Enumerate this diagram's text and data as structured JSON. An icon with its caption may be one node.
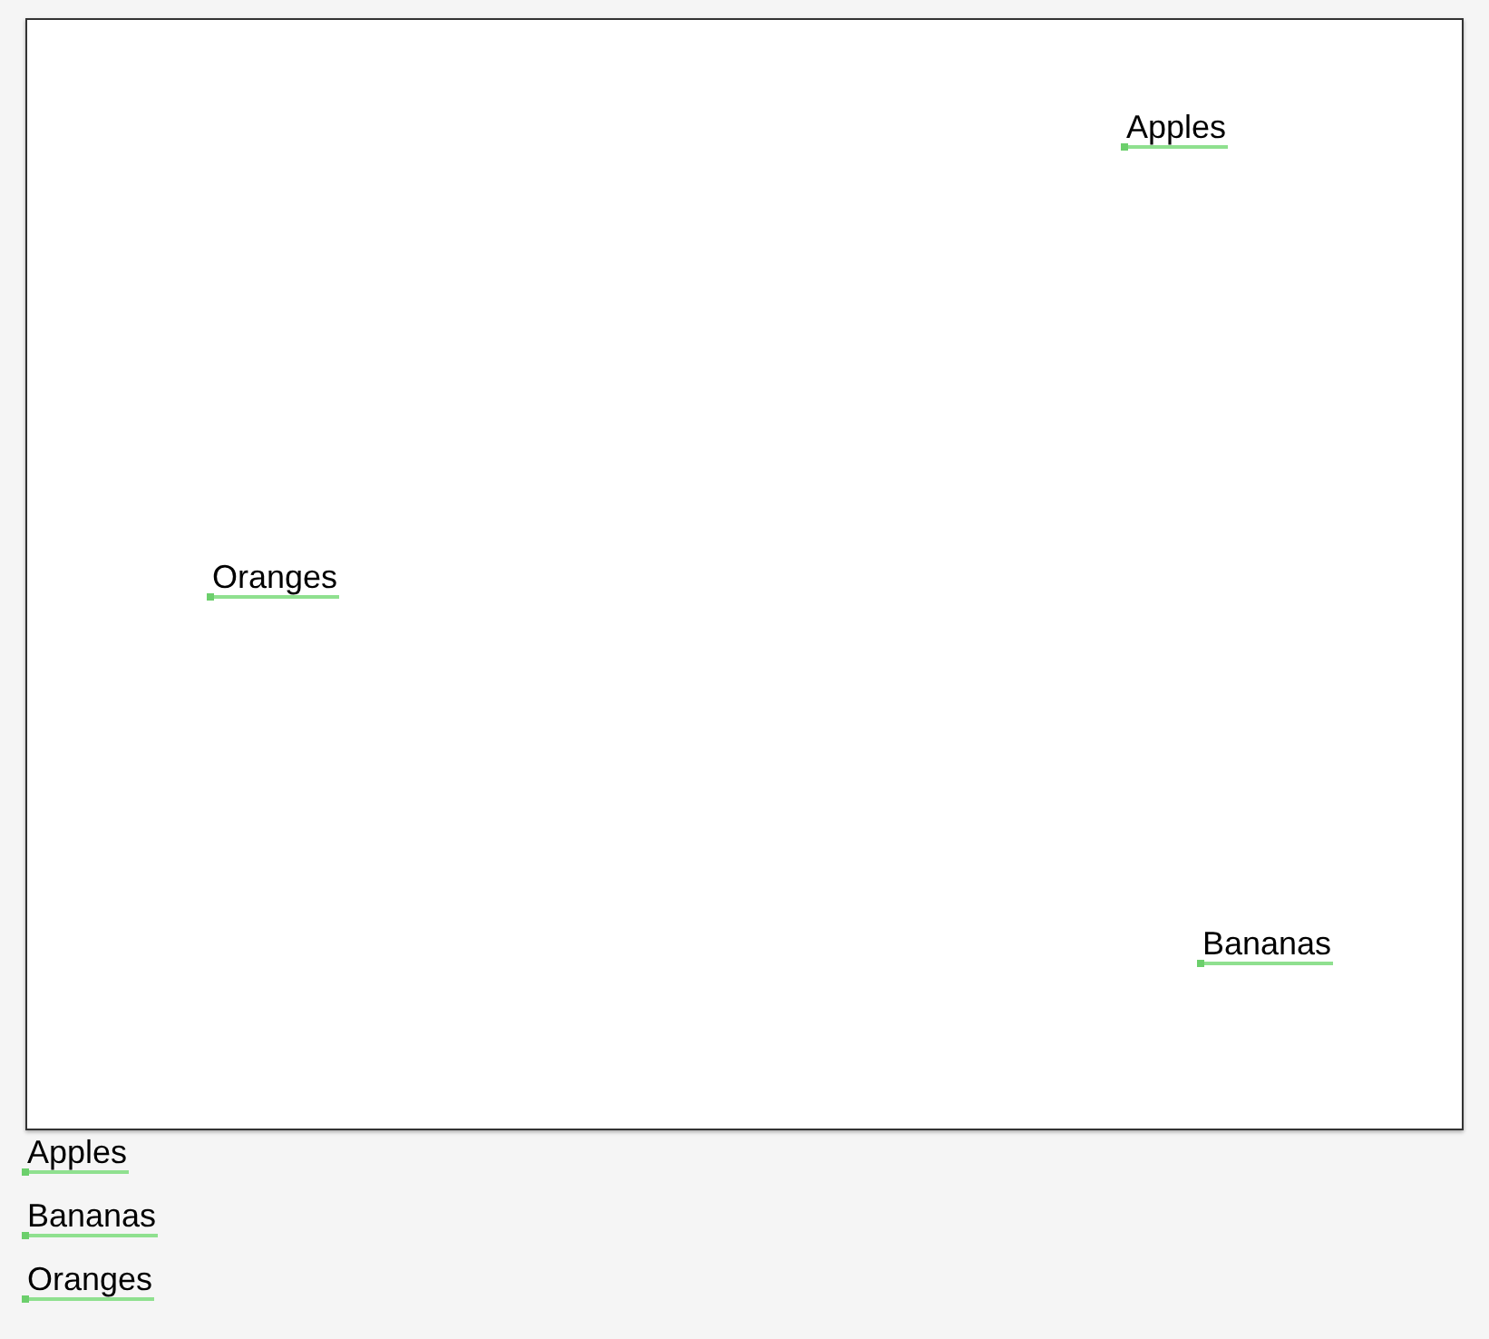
{
  "diagram": {
    "nodes": [
      {
        "text": [
          "Apples",
          "Oranges",
          "Bananas"
        ]
      }
    ],
    "labels": [
      "Apples",
      "Bananas",
      "Oranges"
    ]
  }
}
